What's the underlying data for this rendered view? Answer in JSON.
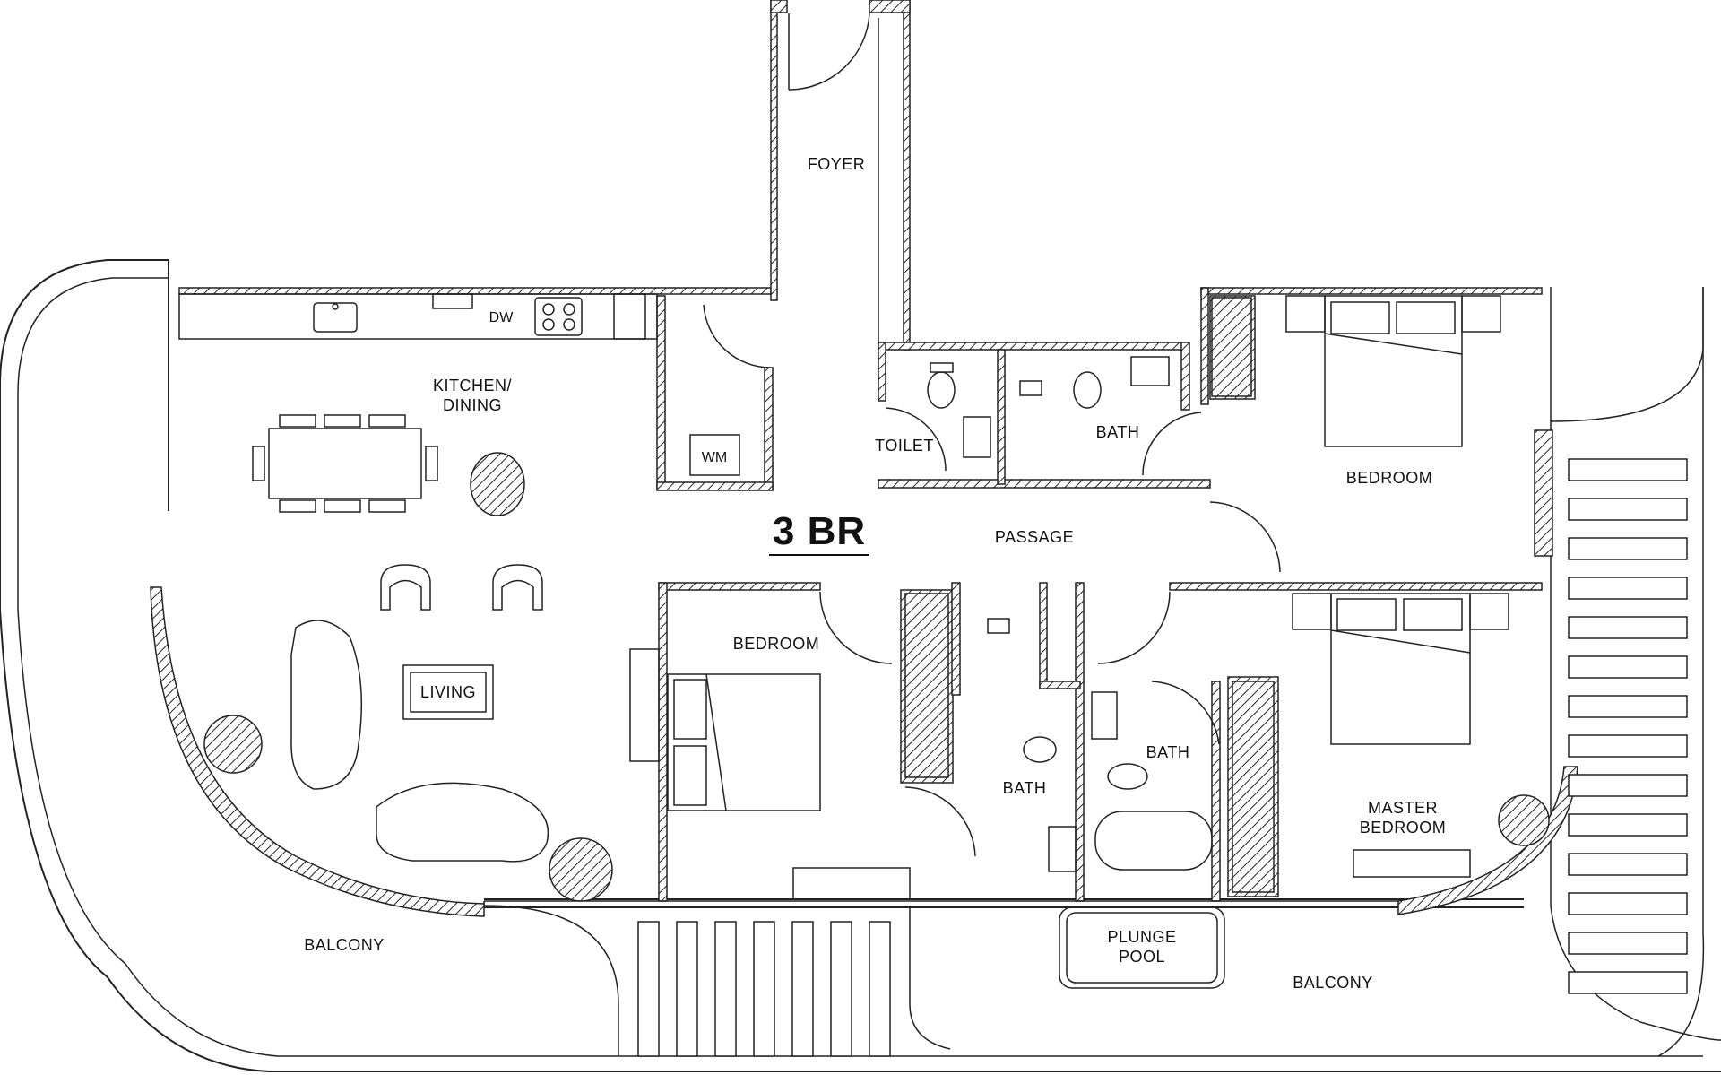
{
  "plan_title": "3 BR",
  "rooms": {
    "foyer": "FOYER",
    "kitchen_dining": "KITCHEN/\nDINING",
    "living": "LIVING",
    "toilet": "TOILET",
    "bath_1": "BATH",
    "bedroom_1": "BEDROOM",
    "passage": "PASSAGE",
    "bedroom_2": "BEDROOM",
    "bath_2": "BATH",
    "bath_3": "BATH",
    "master_bedroom": "MASTER\nBEDROOM",
    "balcony_left": "BALCONY",
    "balcony_right": "BALCONY",
    "plunge_pool": "PLUNGE\nPOOL"
  },
  "fixtures": {
    "dishwasher": "DW",
    "washing_machine": "WM"
  }
}
